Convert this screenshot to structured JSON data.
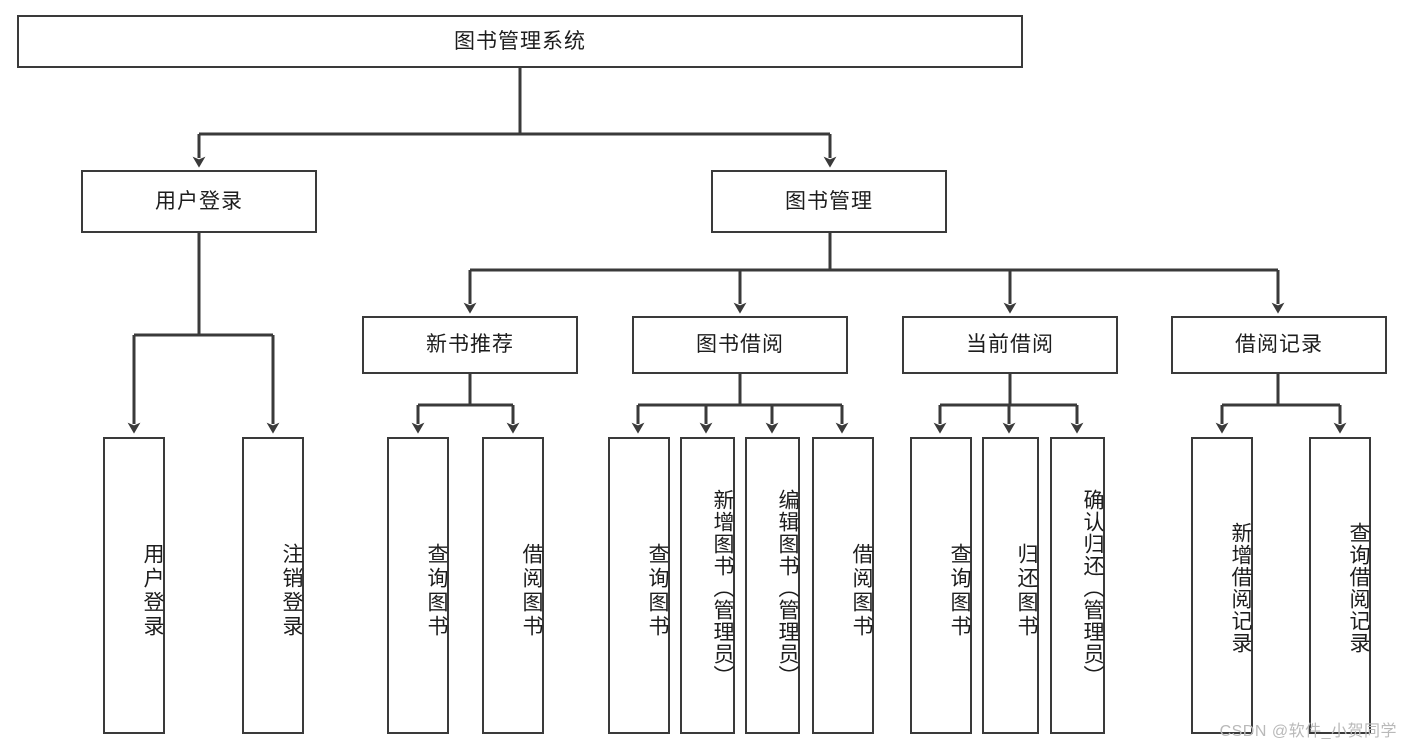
{
  "diagram": {
    "title": "图书管理系统",
    "type": "tree",
    "colors": {
      "background": "#ffffff",
      "node_border": "#3a3a3a",
      "node_fill": "#ffffff",
      "edge": "#3a3a3a",
      "text": "#1d1d1d",
      "watermark": "#b9b9b9"
    },
    "nodes": {
      "root": {
        "label": "图书管理系统",
        "orientation": "horizontal"
      },
      "level2": [
        {
          "id": "user-login",
          "label": "用户登录",
          "orientation": "horizontal"
        },
        {
          "id": "book-management",
          "label": "图书管理",
          "orientation": "horizontal"
        }
      ],
      "level3": [
        {
          "id": "new-book-recommend",
          "label": "新书推荐",
          "orientation": "horizontal",
          "parent": "book-management"
        },
        {
          "id": "book-borrow",
          "label": "图书借阅",
          "orientation": "horizontal",
          "parent": "book-management"
        },
        {
          "id": "current-borrow",
          "label": "当前借阅",
          "orientation": "horizontal",
          "parent": "book-management"
        },
        {
          "id": "borrow-record",
          "label": "借阅记录",
          "orientation": "horizontal",
          "parent": "book-management"
        }
      ],
      "leaves": [
        {
          "id": "leaf-user-login",
          "label": "用户登录",
          "orientation": "vertical",
          "parent": "user-login"
        },
        {
          "id": "leaf-user-logout",
          "label": "注销登录",
          "orientation": "vertical",
          "parent": "user-login"
        },
        {
          "id": "leaf-query-book-recommend",
          "label": "查询图书",
          "orientation": "vertical",
          "parent": "new-book-recommend"
        },
        {
          "id": "leaf-borrow-book-recommend",
          "label": "借阅图书",
          "orientation": "vertical",
          "parent": "new-book-recommend"
        },
        {
          "id": "leaf-query-book-borrow",
          "label": "查询图书",
          "orientation": "vertical",
          "parent": "book-borrow"
        },
        {
          "id": "leaf-add-book-admin",
          "label": "新增图书（管理员）",
          "orientation": "vertical",
          "parent": "book-borrow"
        },
        {
          "id": "leaf-edit-book-admin",
          "label": "编辑图书（管理员）",
          "orientation": "vertical",
          "parent": "book-borrow"
        },
        {
          "id": "leaf-borrow-book",
          "label": "借阅图书",
          "orientation": "vertical",
          "parent": "book-borrow"
        },
        {
          "id": "leaf-query-book-current",
          "label": "查询图书",
          "orientation": "vertical",
          "parent": "current-borrow"
        },
        {
          "id": "leaf-return-book",
          "label": "归还图书",
          "orientation": "vertical",
          "parent": "current-borrow"
        },
        {
          "id": "leaf-confirm-return-admin",
          "label": "确认归还（管理员）",
          "orientation": "vertical",
          "parent": "current-borrow"
        },
        {
          "id": "leaf-add-borrow-record",
          "label": "新增借阅记录",
          "orientation": "vertical",
          "parent": "borrow-record"
        },
        {
          "id": "leaf-query-borrow-record",
          "label": "查询借阅记录",
          "orientation": "vertical",
          "parent": "borrow-record"
        }
      ]
    },
    "watermark": "CSDN @软件_小贺同学"
  }
}
